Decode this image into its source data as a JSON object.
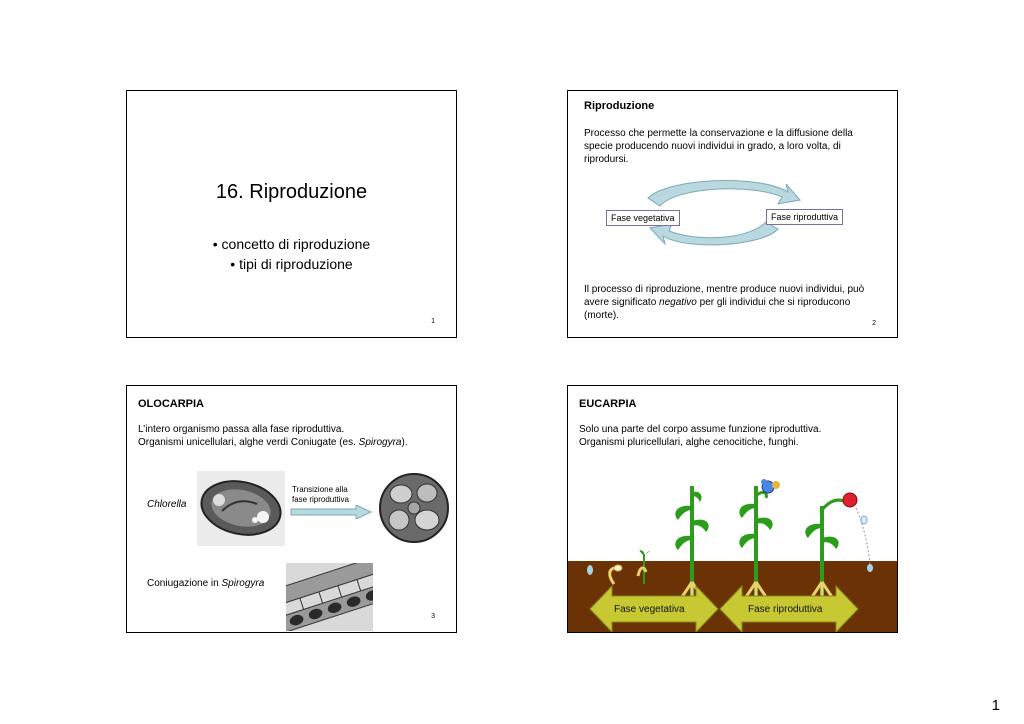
{
  "page_number": "1",
  "slide1": {
    "title": "16. Riproduzione",
    "bullets": [
      "• concetto di riproduzione",
      "• tipi di riproduzione"
    ],
    "number": "1"
  },
  "slide2": {
    "heading": "Riproduzione",
    "para1": "Processo che permette la conservazione e la diffusione della specie producendo nuovi individui in grado, a loro volta, di riprodursi.",
    "phase_left": "Fase vegetativa",
    "phase_right": "Fase riproduttiva",
    "para2_before": "Il processo di riproduzione, mentre produce nuovi individui, può avere significato ",
    "para2_em": "negativo",
    "para2_after": " per gli individui che si riproducono (morte).",
    "number": "2"
  },
  "slide3": {
    "heading": "OLOCARPIA",
    "line1": "L’intero organismo passa alla fase riproduttiva.",
    "line2_before": "Organismi unicellulari, alghe verdi Coniugate (es. ",
    "line2_em": "Spirogyra",
    "line2_after": ").",
    "label_chlorella": "Chlorella",
    "transition_label": "Transizione alla fase riproduttiva",
    "coniugazione_before": "Coniugazione in ",
    "coniugazione_em": "Spirogyra",
    "number": "3"
  },
  "slide4": {
    "heading": "EUCARPIA",
    "line1": "Solo una parte del corpo assume funzione riproduttiva.",
    "line2": "Organismi pluricellulari, alghe cenocitiche, funghi.",
    "arrow_left": "Fase vegetativa",
    "arrow_right": "Fase riproduttiva"
  },
  "colors": {
    "soil": "#6b3206",
    "arrow_fill": "#c8c832",
    "plant_green": "#2d9c1c",
    "cycle_arrow": "#b9d8e0",
    "box_border": "#7b6ea6"
  }
}
